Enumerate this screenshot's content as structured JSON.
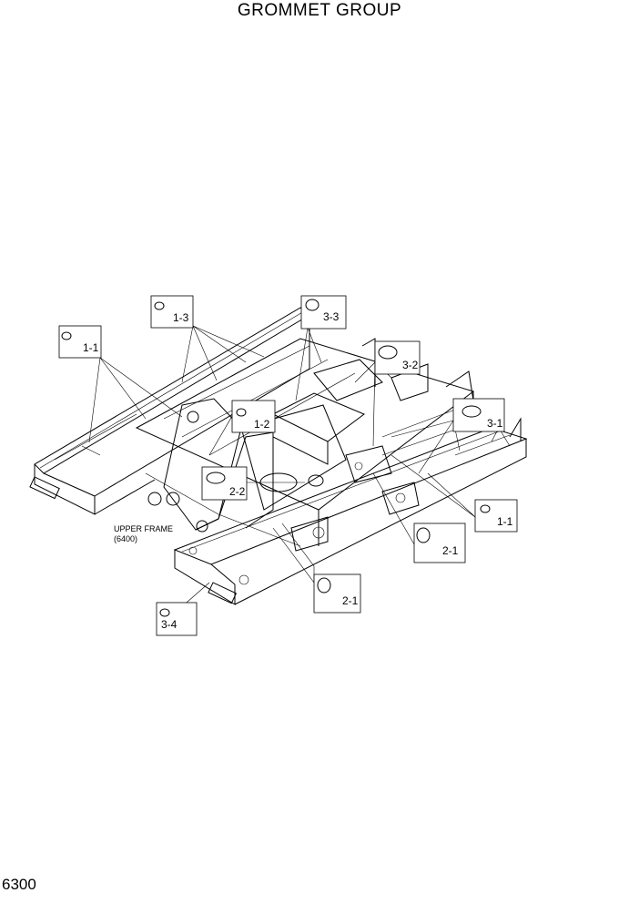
{
  "title": "GROMMET GROUP",
  "page_number": "6300",
  "frame_label": {
    "line1": "UPPER FRAME",
    "line2": "(6400)"
  },
  "callouts": [
    {
      "id": "c-1-1-left",
      "label": "1-1"
    },
    {
      "id": "c-1-3",
      "label": "1-3"
    },
    {
      "id": "c-3-3",
      "label": "3-3"
    },
    {
      "id": "c-3-2",
      "label": "3-2"
    },
    {
      "id": "c-1-2",
      "label": "1-2"
    },
    {
      "id": "c-3-1",
      "label": "3-1"
    },
    {
      "id": "c-2-2",
      "label": "2-2"
    },
    {
      "id": "c-1-1-right",
      "label": "1-1"
    },
    {
      "id": "c-2-1-right",
      "label": "2-1"
    },
    {
      "id": "c-2-1-bottom",
      "label": "2-1"
    },
    {
      "id": "c-3-4",
      "label": "3-4"
    }
  ]
}
